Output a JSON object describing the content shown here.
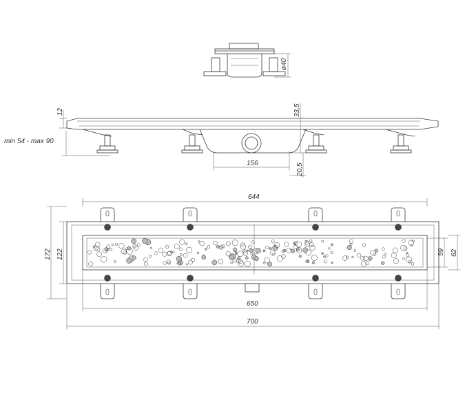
{
  "colors": {
    "line": "#333333",
    "background": "#ffffff",
    "hole_fill": "#bbbbbb",
    "screw": "#444444"
  },
  "dimensions": {
    "top_view_pipe_diameter": "ø40",
    "side_height_12": "12",
    "side_height_33_5": "33,5",
    "side_height_20_5": "20,5",
    "side_outlet_offset": "156",
    "side_adjust_range": "min 54 - max 90",
    "plan_inner_length": "644",
    "plan_grate_length": "650",
    "plan_overall_length": "700",
    "plan_overall_width": "172",
    "plan_frame_width": "122",
    "plan_grate_width_59": "59",
    "plan_grate_width_62": "62"
  }
}
